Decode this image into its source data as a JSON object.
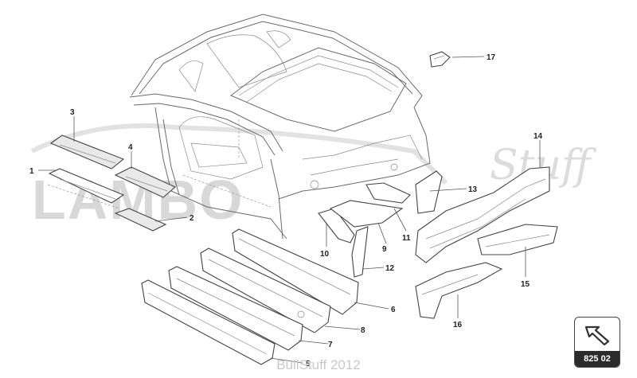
{
  "diagram": {
    "callouts": [
      "1",
      "2",
      "3",
      "4",
      "5",
      "6",
      "7",
      "8",
      "9",
      "10",
      "11",
      "12",
      "13",
      "14",
      "15",
      "16",
      "17"
    ],
    "page_code": "825 02",
    "footer": "BullStuff 2012",
    "watermark": {
      "main": "LAMBO",
      "script": "Stuff"
    },
    "icons": {
      "badge": "arrow-badge-icon"
    }
  }
}
